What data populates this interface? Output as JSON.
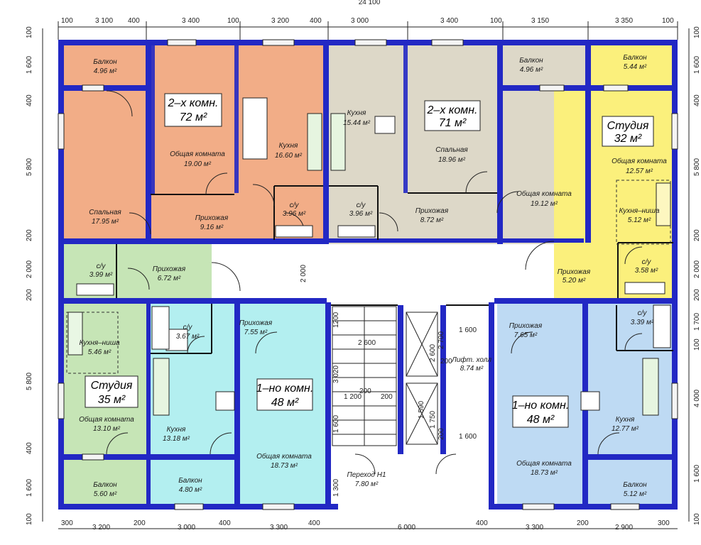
{
  "dimensions": {
    "top_total": "24 100",
    "top": [
      "100",
      "3 100",
      "400",
      "3 400",
      "100",
      "3 200",
      "400",
      "3 000",
      "3 400",
      "100",
      "3 150",
      "3 350",
      "100"
    ],
    "bottom": [
      "300",
      "3 200",
      "200",
      "3 000",
      "400",
      "3 300",
      "400",
      "6 000",
      "400",
      "3 300",
      "200",
      "2 900",
      "300"
    ],
    "left": [
      "100",
      "1 600",
      "400",
      "5 800",
      "200",
      "2 000",
      "200",
      "5 800",
      "400",
      "1 600",
      "100"
    ],
    "right": [
      "100",
      "1 600",
      "400",
      "5 800",
      "200",
      "2 000",
      "200",
      "1 700",
      "100",
      "4 000",
      "1 600",
      "100"
    ],
    "internal": [
      "2 000",
      "1200",
      "2 600",
      "3 020",
      "2 600",
      "1 200",
      "200",
      "200",
      "1 600",
      "1 600",
      "1 600",
      "1 300",
      "1 750",
      "1 590",
      "200",
      "2 700",
      "200"
    ]
  },
  "apartments": {
    "a1": {
      "name": "2–х комн.",
      "area": "72 м²"
    },
    "a2": {
      "name": "2–х комн.",
      "area": "71 м²"
    },
    "a3": {
      "name": "Студия",
      "area": "32 м²"
    },
    "a4": {
      "name": "Студия",
      "area": "35 м²"
    },
    "a5": {
      "name": "1–но комн.",
      "area": "48 м²"
    },
    "a6": {
      "name": "1–но комн.",
      "area": "48 м²"
    }
  },
  "rooms": {
    "r01": {
      "name": "Балкон",
      "area": "4.96 м²"
    },
    "r02": {
      "name": "Спальная",
      "area": "17.95 м²"
    },
    "r03": {
      "name": "Общая комната",
      "area": "19.00 м²"
    },
    "r04": {
      "name": "Кухня",
      "area": "16.60 м²"
    },
    "r05": {
      "name": "Прихожая",
      "area": "9.16 м²"
    },
    "r06": {
      "name": "с/у",
      "area": "3.96 м²"
    },
    "r07": {
      "name": "с/у",
      "area": "3.96 м²"
    },
    "r08": {
      "name": "Кухня",
      "area": "15.44 м²"
    },
    "r09": {
      "name": "Спальная",
      "area": "18.96 м²"
    },
    "r10": {
      "name": "Прихожая",
      "area": "8.72 м²"
    },
    "r11": {
      "name": "Балкон",
      "area": "4.96 м²"
    },
    "r12": {
      "name": "Общая комната",
      "area": "19.12 м²"
    },
    "r13": {
      "name": "Балкон",
      "area": "5.44 м²"
    },
    "r14": {
      "name": "Общая комната",
      "area": "12.57 м²"
    },
    "r15": {
      "name": "Кухня–ниша",
      "area": "5.12 м²"
    },
    "r16": {
      "name": "Прихожая",
      "area": "5.20 м²"
    },
    "r17": {
      "name": "с/у",
      "area": "3.58 м²"
    },
    "r18": {
      "name": "с/у",
      "area": "3.99 м²"
    },
    "r19": {
      "name": "Прихожая",
      "area": "6.72 м²"
    },
    "r20": {
      "name": "Кухня–ниша",
      "area": "5.46 м²"
    },
    "r21": {
      "name": "Общая комната",
      "area": "13.10 м²"
    },
    "r22": {
      "name": "Балкон",
      "area": "5.60 м²"
    },
    "r23": {
      "name": "с/у",
      "area": "3.67 м²"
    },
    "r24": {
      "name": "Прихожая",
      "area": "7.55 м²"
    },
    "r25": {
      "name": "Кухня",
      "area": "13.18 м²"
    },
    "r26": {
      "name": "Балкон",
      "area": "4.80 м²"
    },
    "r27": {
      "name": "Общая комната",
      "area": "18.73 м²"
    },
    "r28": {
      "name": "Лифт. холл",
      "area": "8.74 м²"
    },
    "r29": {
      "name": "Переход Н1",
      "area": "7.80 м²"
    },
    "r30": {
      "name": "Прихожая",
      "area": "7.65 м²"
    },
    "r31": {
      "name": "с/у",
      "area": "3.39 м²"
    },
    "r32": {
      "name": "Общая комната",
      "area": "18.73 м²"
    },
    "r33": {
      "name": "Кухня",
      "area": "12.77 м²"
    },
    "r34": {
      "name": "Балкон",
      "area": "5.12 м²"
    }
  },
  "colors": {
    "apt_2room": "#f2ad87",
    "apt_2room_b": "#ddd8c8",
    "studio_top": "#fbf07c",
    "studio_bottom": "#c6e5b6",
    "apt_1room": "#b3eff0",
    "apt_1room_b": "#bedaf3",
    "wall": "#2228c4"
  }
}
